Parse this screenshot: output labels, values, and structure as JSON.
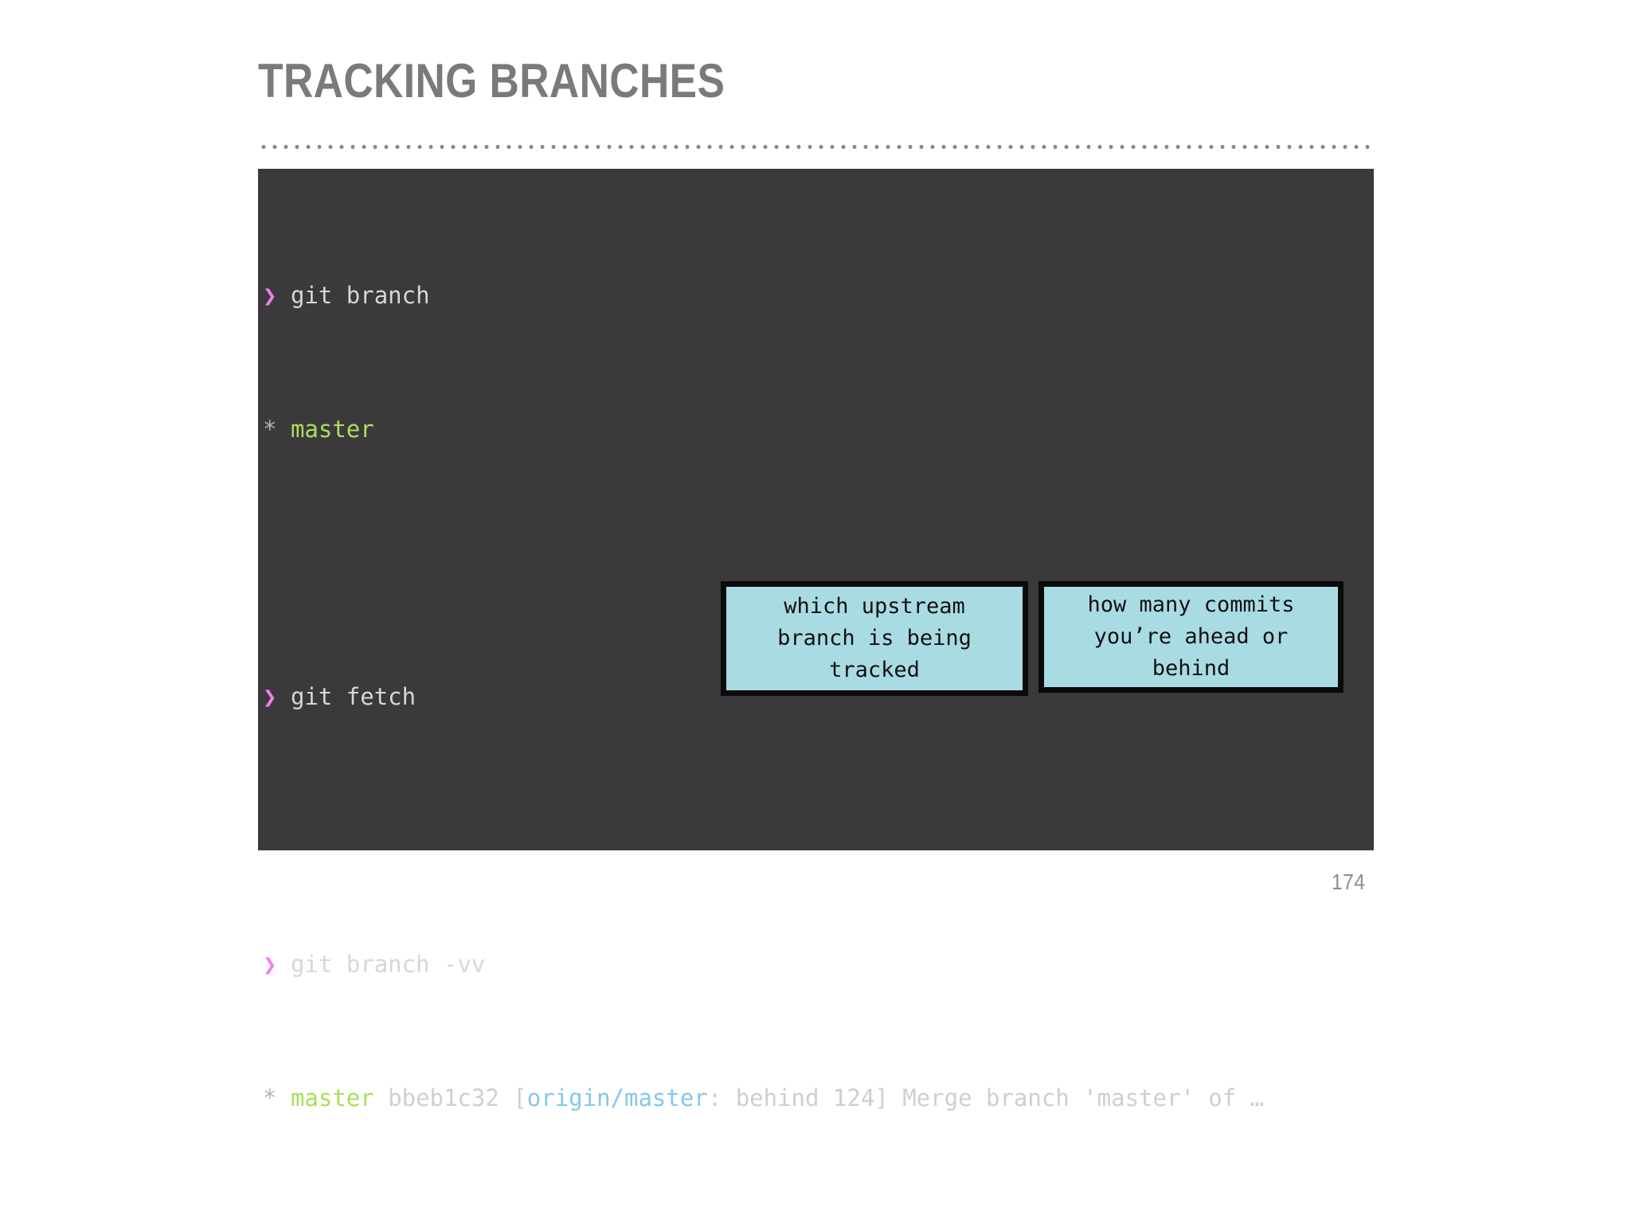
{
  "slide": {
    "title": "TRACKING BRANCHES",
    "page_number": "174",
    "title_color": "#7a7a7a",
    "rule_color": "#8a8a8a",
    "background_color": "#ffffff"
  },
  "terminal": {
    "background_color": "#3b393c",
    "default_text_color": "#d9d9d9",
    "prompt_glyph": "❯",
    "prompt_color": "#f07ef0",
    "branch_color": "#a6e22e",
    "remote_color": "#86c8ea",
    "lines": [
      {
        "id": "cmd-git-branch",
        "kind": "command",
        "prompt": "❯",
        "text": "git branch"
      },
      {
        "id": "out-master",
        "kind": "output",
        "marker": "*",
        "branch": "master",
        "rest": ""
      },
      {
        "id": "spacer-1",
        "kind": "blank",
        "text": ""
      },
      {
        "id": "cmd-git-fetch",
        "kind": "command",
        "prompt": "❯",
        "text": "git fetch"
      },
      {
        "id": "spacer-2",
        "kind": "blank",
        "text": ""
      },
      {
        "id": "cmd-git-branch-vv",
        "kind": "command",
        "prompt": "❯",
        "text": "git branch -vv"
      },
      {
        "id": "out-master-vv",
        "kind": "output-tracking",
        "marker": "*",
        "branch": "master",
        "sha": "bbeb1c32",
        "bracket_open": "[",
        "remote": "origin/master",
        "status": ": behind 124]",
        "message": " Merge branch 'master' of …"
      }
    ]
  },
  "callouts": [
    {
      "id": "upstream",
      "text": "which upstream\nbranch is being\ntracked",
      "fill_color": "#a9dbe3",
      "border_color": "#0a0a0a",
      "text_color": "#111111"
    },
    {
      "id": "commits",
      "text": "how many commits\nyou’re ahead or\nbehind",
      "fill_color": "#a9dbe3",
      "border_color": "#0a0a0a",
      "text_color": "#111111"
    }
  ]
}
